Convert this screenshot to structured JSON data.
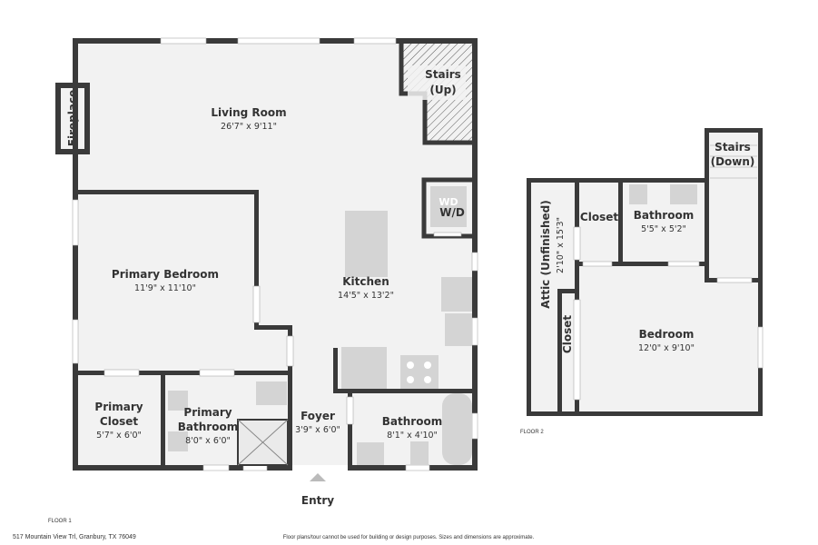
{
  "floor1": {
    "label": "FLOOR 1",
    "rooms": {
      "living_room": {
        "name": "Living Room",
        "dims": "26'7\" x 9'11\""
      },
      "fireplace": {
        "name": "Fireplace"
      },
      "stairs_up": {
        "name": "Stairs",
        "sub": "(Up)"
      },
      "wd": {
        "name": "W/D",
        "icon_text": "WD"
      },
      "primary_bedroom": {
        "name": "Primary Bedroom",
        "dims": "11'9\" x 11'10\""
      },
      "kitchen": {
        "name": "Kitchen",
        "dims": "14'5\" x 13'2\""
      },
      "primary_closet": {
        "name1": "Primary",
        "name2": "Closet",
        "dims": "5'7\" x 6'0\""
      },
      "primary_bathroom": {
        "name1": "Primary",
        "name2": "Bathroom",
        "dims": "8'0\" x 6'0\""
      },
      "foyer": {
        "name": "Foyer",
        "dims": "3'9\" x 6'0\""
      },
      "bathroom": {
        "name": "Bathroom",
        "dims": "8'1\" x 4'10\""
      }
    },
    "entry": "Entry"
  },
  "floor2": {
    "label": "FLOOR 2",
    "rooms": {
      "stairs_down": {
        "name": "Stairs",
        "sub": "(Down)"
      },
      "attic": {
        "name": "Attic (Unfinished)",
        "dims": "2'10\" x 15'3\""
      },
      "closet_top": {
        "name": "Closet"
      },
      "bathroom": {
        "name": "Bathroom",
        "dims": "5'5\" x 5'2\""
      },
      "closet_side": {
        "name": "Closet"
      },
      "bedroom": {
        "name": "Bedroom",
        "dims": "12'0\" x 9'10\""
      }
    }
  },
  "footer": {
    "address": "517 Mountain View Trl, Granbury, TX 76049",
    "disclaimer": "Floor plans/tour cannot be used for building or design purposes. Sizes and dimensions are approximate."
  },
  "colors": {
    "wall": "#3a3a3a",
    "floor": "#f2f2f2",
    "fixture": "#d4d4d4"
  }
}
